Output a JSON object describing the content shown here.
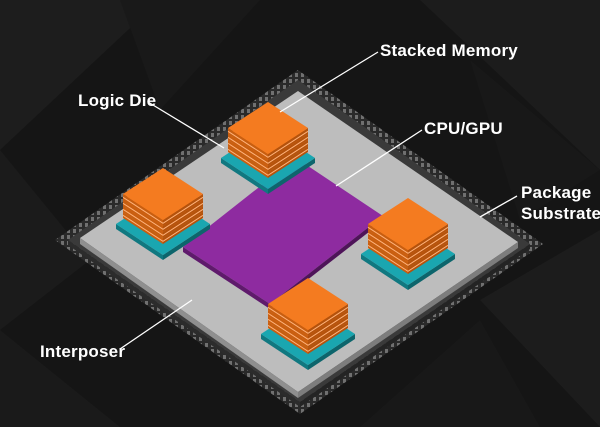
{
  "labels": {
    "stacked_memory": "Stacked Memory",
    "logic_die": "Logic Die",
    "cpu_gpu": "CPU/GPU",
    "package_line1": "Package",
    "package_line2": "Substrate",
    "interposer": "Interposer"
  },
  "colors": {
    "background": "#151515",
    "substrate": "#3a3a3a",
    "interposer": "#bdbdbd",
    "processor": "#8e2ba0",
    "memory_stack": "#f47b20",
    "logic_die": "#1aa6b0",
    "label_text": "#ffffff"
  }
}
